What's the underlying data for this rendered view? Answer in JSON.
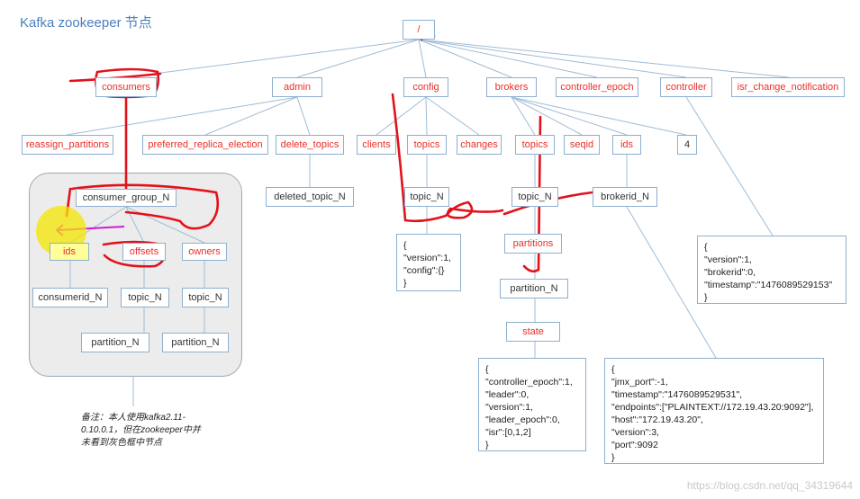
{
  "title": "Kafka zookeeper 节点",
  "root": "/",
  "level1": [
    "consumers",
    "admin",
    "config",
    "brokers",
    "controller_epoch",
    "controller",
    "isr_change_notification"
  ],
  "admin_children": [
    "reassign_partitions",
    "preferred_replica_election",
    "delete_topics"
  ],
  "deleted_topic": "deleted_topic_N",
  "config_children": [
    "clients",
    "topics",
    "changes"
  ],
  "config_topic": "topic_N",
  "config_json": "{\n\"version\":1,\n\"config\":{}\n}",
  "brokers_children": [
    "topics",
    "seqid",
    "ids"
  ],
  "controller_epoch_value": "4",
  "brokers_topic": "topic_N",
  "brokers_partitions": "partitions",
  "brokers_partition": "partition_N",
  "brokers_state": "state",
  "state_json": "{\n\"controller_epoch\":1,\n\"leader\":0,\n\"version\":1,\n\"leader_epoch\":0,\n\"isr\":[0,1,2]\n}",
  "brokerid": "brokerid_N",
  "brokerid_json": "{\n\"jmx_port\":-1,\n\"timestamp\":\"1476089529531\",\n\"endpoints\":[\"PLAINTEXT://172.19.43.20:9092\"],\n\"host\":\"172.19.43.20\",\n\"version\":3,\n\"port\":9092\n}",
  "controller_json": "{\n\"version\":1,\n\"brokerid\":0,\n\"timestamp\":\"1476089529153\"\n}",
  "consumer_group": "consumer_group_N",
  "cg_children": [
    "ids",
    "offsets",
    "owners"
  ],
  "consumerid": "consumerid_N",
  "offsets_topic": "topic_N",
  "owners_topic": "topic_N",
  "offsets_partition": "partition_N",
  "owners_partition": "partition_N",
  "note": "备注：本人使用kafka2.11-0.10.0.1，但在zookeeper中并未看到灰色框中节点",
  "watermark": "https://blog.csdn.net/qq_34319644"
}
